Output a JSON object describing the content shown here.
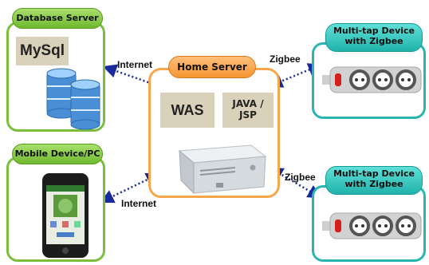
{
  "db_server": {
    "title": "Database Server",
    "db_label": "MySql"
  },
  "home_server": {
    "title": "Home Server",
    "was_label": "WAS",
    "java_label": "JAVA /\nJSP"
  },
  "mobile": {
    "title": "Mobile Device/PC"
  },
  "multitap_top": {
    "title": "Multi-tap Device\nwith Zigbee"
  },
  "multitap_bottom": {
    "title": "Multi-tap Device\nwith Zigbee"
  },
  "links": {
    "internet_top": "Internet",
    "internet_bottom": "Internet",
    "zigbee_top": "Zigbee",
    "zigbee_bottom": "Zigbee"
  },
  "colors": {
    "green": "#7bbf3c",
    "teal": "#2ab6b0",
    "orange": "#f7a64a",
    "arrow": "#1a2a9c",
    "tan": "#d9d1b9"
  }
}
